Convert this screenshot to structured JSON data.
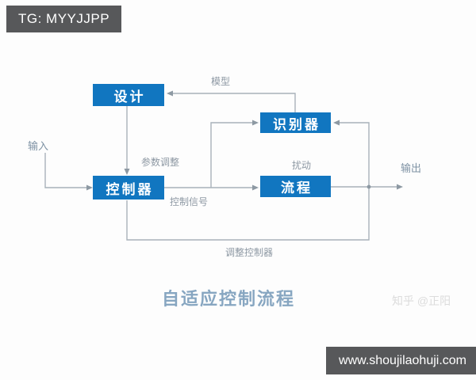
{
  "badges": {
    "top_left": "TG: MYYJJPP",
    "bottom_right": "www.shoujilaohuji.com"
  },
  "diagram": {
    "nodes": {
      "design": "设计",
      "identifier": "识别器",
      "controller": "控制器",
      "process": "流程"
    },
    "edge_labels": {
      "model": "模型",
      "input": "输入",
      "output": "输出",
      "param_adjust": "参数调整",
      "control_signal": "控制信号",
      "disturbance": "扰动",
      "adjust_controller": "调整控制器"
    },
    "caption": "自适应控制流程",
    "watermark": "知乎 @正阳",
    "colors": {
      "node_fill": "#1176c0",
      "line": "#a8b2ba",
      "arrow": "#8d99a3",
      "edge_label": "#8d98a3",
      "caption": "#87a6c1",
      "badge_bg": "#57585a"
    }
  }
}
